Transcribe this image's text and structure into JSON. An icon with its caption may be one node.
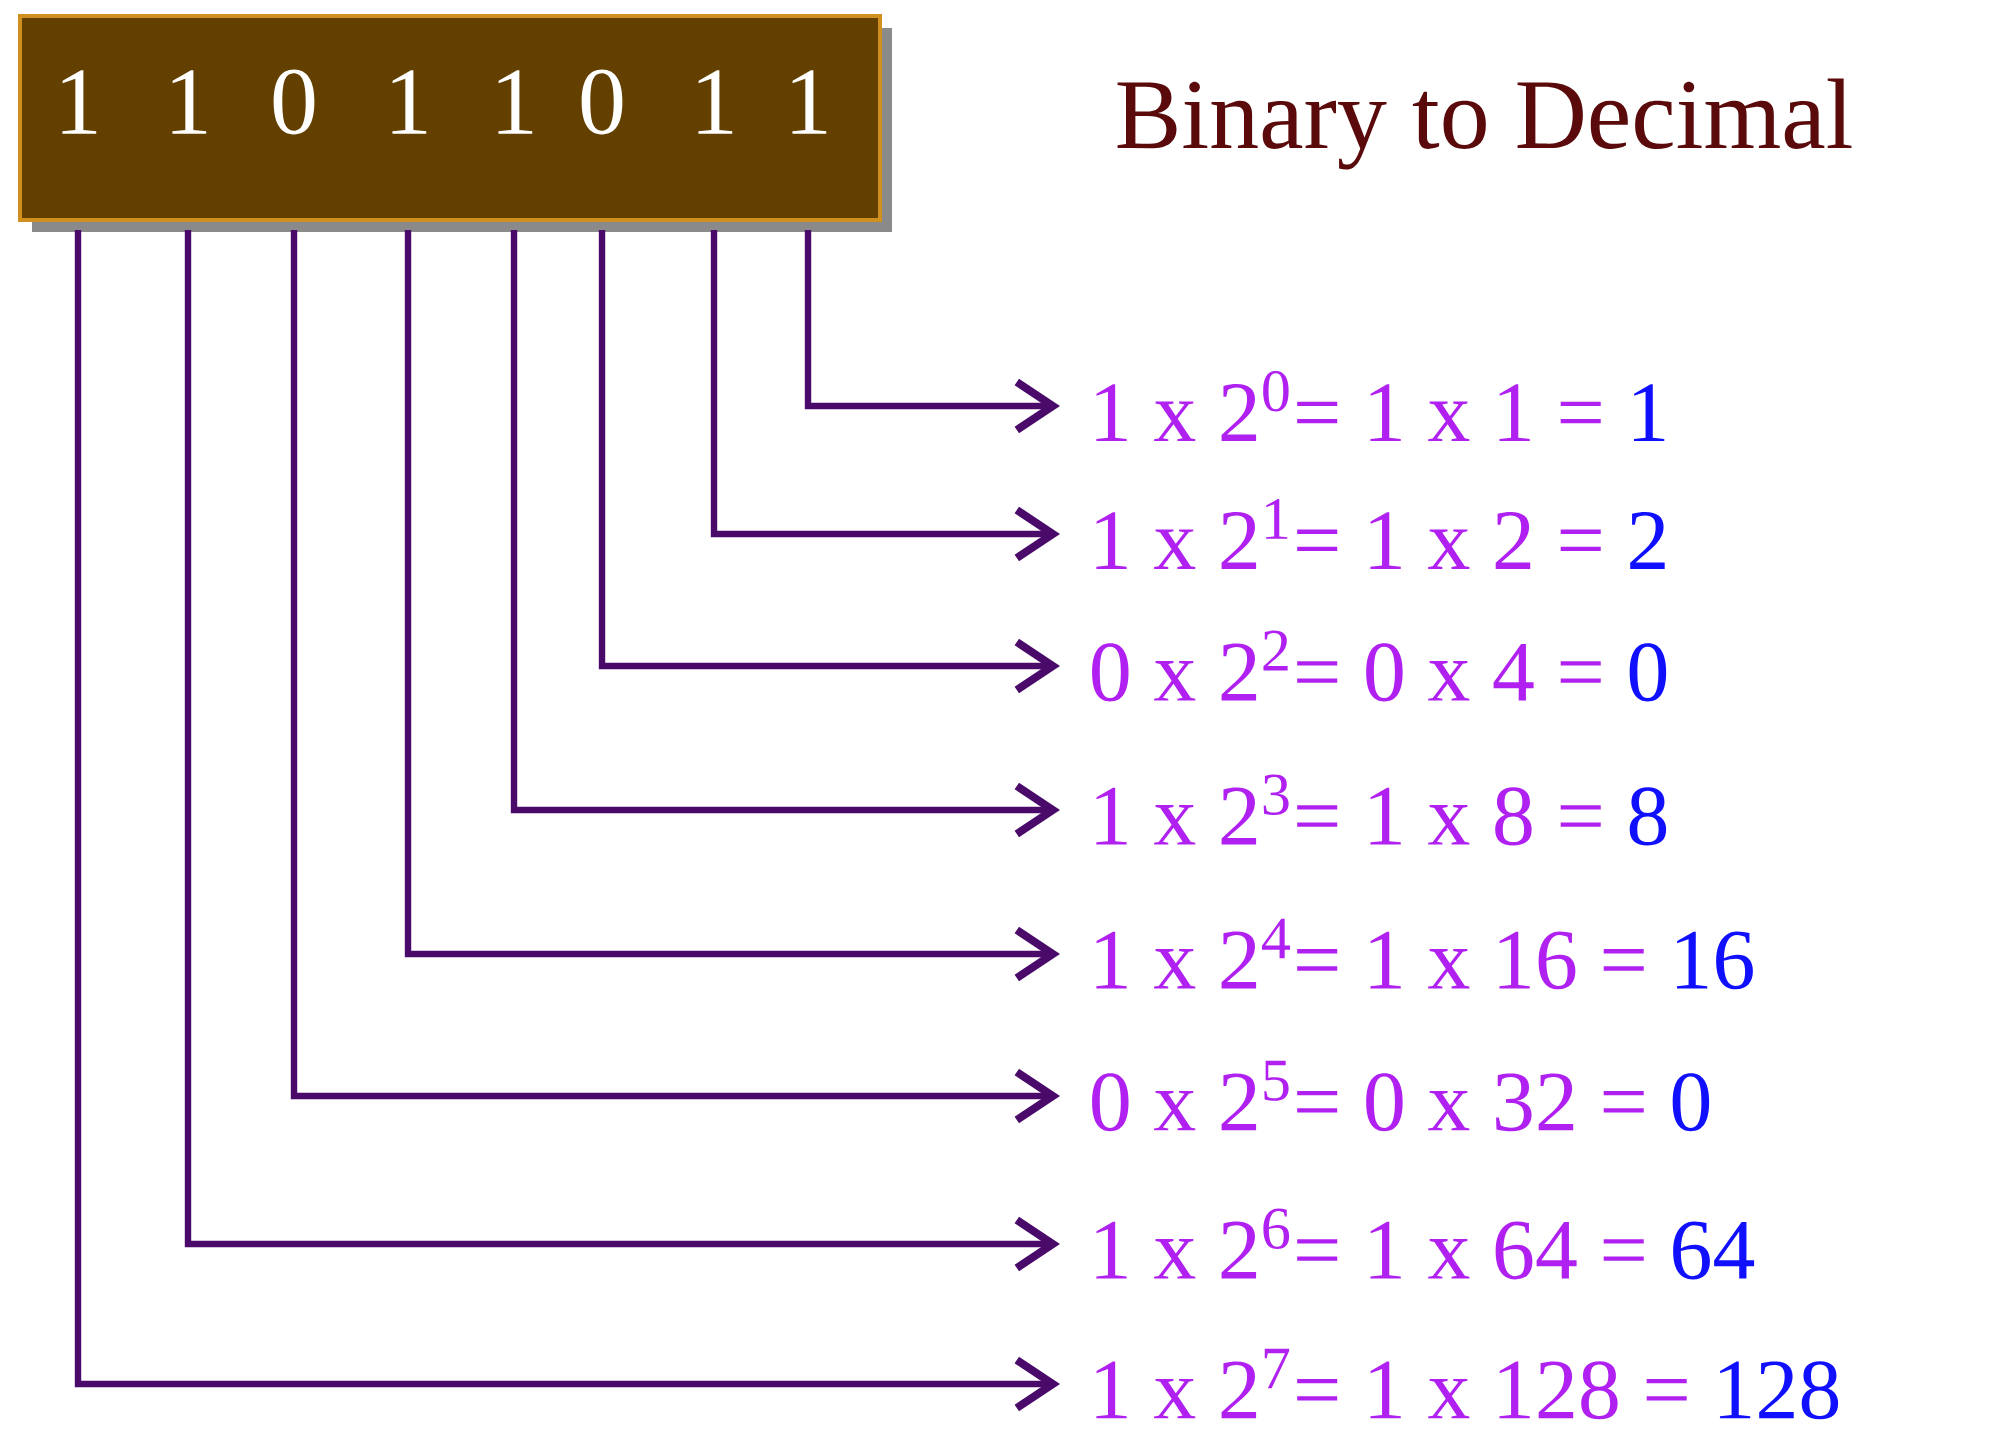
{
  "diagram": {
    "title": "Binary to Decimal",
    "nodes": [
      {
        "text": [],
        "shape": "box"
      },
      {
        "text": [
          "1"
        ],
        "in": 0
      },
      {
        "text": [
          "1"
        ],
        "in": 0
      },
      {
        "text": [
          "0"
        ],
        "in": 0
      },
      {
        "text": [
          "1"
        ],
        "in": 0
      },
      {
        "text": [
          "1"
        ],
        "in": 0
      },
      {
        "text": [
          "0"
        ],
        "in": 0
      },
      {
        "text": [
          "1"
        ],
        "in": 0
      },
      {
        "text": [
          "1"
        ],
        "in": 0
      },
      {
        "text": [
          "1 x 2$^{0}$= 1 x 1 =",
          "1"
        ]
      },
      {
        "text": [
          "1 x 2$^{1}$= 1 x 2 =",
          "2"
        ]
      },
      {
        "text": [
          "0 x 2$^{2}$= 0 x 4 =",
          "0"
        ]
      },
      {
        "text": [
          "1 x 2$^{3}$= 1 x 8 =",
          "8"
        ]
      },
      {
        "text": [
          "1 x 2$^{4}$= 1 x 16 =",
          "16"
        ]
      },
      {
        "text": [
          "0 x 2$^{5}$= 0 x 32 =",
          "0"
        ]
      },
      {
        "text": [
          "1 x 2$^{6}$= 1 x 64 =",
          "64"
        ]
      },
      {
        "text": [
          "1 x 2$^{7}$= 1 x 128 =",
          "128"
        ]
      }
    ],
    "edges": [
      {
        "from": 8,
        "to": 9,
        "arrow": "to"
      },
      {
        "from": 7,
        "to": 10,
        "arrow": "to"
      },
      {
        "from": 6,
        "to": 11,
        "arrow": "to"
      },
      {
        "from": 5,
        "to": 12,
        "arrow": "to"
      },
      {
        "from": 4,
        "to": 13,
        "arrow": "to"
      },
      {
        "from": 3,
        "to": 14,
        "arrow": "to"
      },
      {
        "from": 2,
        "to": 15,
        "arrow": "to"
      },
      {
        "from": 1,
        "to": 16,
        "arrow": "to"
      }
    ]
  }
}
